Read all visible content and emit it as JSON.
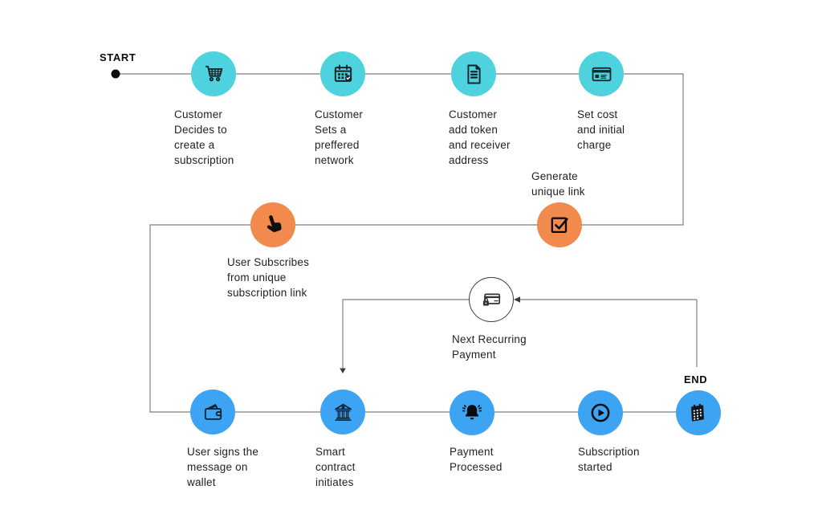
{
  "flow": {
    "start_label": "START",
    "end_label": "END",
    "colors": {
      "cyan": "#4ed3de",
      "orange": "#f28a4d",
      "blue": "#3da4f4",
      "line": "#7e7e7e",
      "icon_dark": "#15232a",
      "text": "#222222"
    },
    "top_row": [
      {
        "icon": "shopping-cart-icon",
        "label": "Customer\nDecides  to\ncreate a\nsubscription"
      },
      {
        "icon": "calendar-check-icon",
        "label": "Customer\nSets a\npreffered\nnetwork"
      },
      {
        "icon": "document-icon",
        "label": "Customer\nadd token\nand receiver\naddress"
      },
      {
        "icon": "credit-card-icon",
        "label": "Set cost\nand initial\ncharge"
      }
    ],
    "middle_row": [
      {
        "icon": "tap-hand-icon",
        "label": "User Subscribes\nfrom unique\nsubscription link"
      },
      {
        "icon": "checkbox-icon",
        "label": "Generate\nunique  link"
      }
    ],
    "loop": {
      "icon": "card-lock-icon",
      "label": "Next Recurring\nPayment"
    },
    "bottom_row": [
      {
        "icon": "wallet-icon",
        "label": "User signs the\nmessage on\nwallet"
      },
      {
        "icon": "bank-icon",
        "label": "Smart\ncontract\ninitiates"
      },
      {
        "icon": "bell-icon",
        "label": "Payment\nProcessed"
      },
      {
        "icon": "play-icon",
        "label": "Subscription\nstarted"
      },
      {
        "icon": "calendar-3d-icon",
        "label": ""
      }
    ]
  }
}
